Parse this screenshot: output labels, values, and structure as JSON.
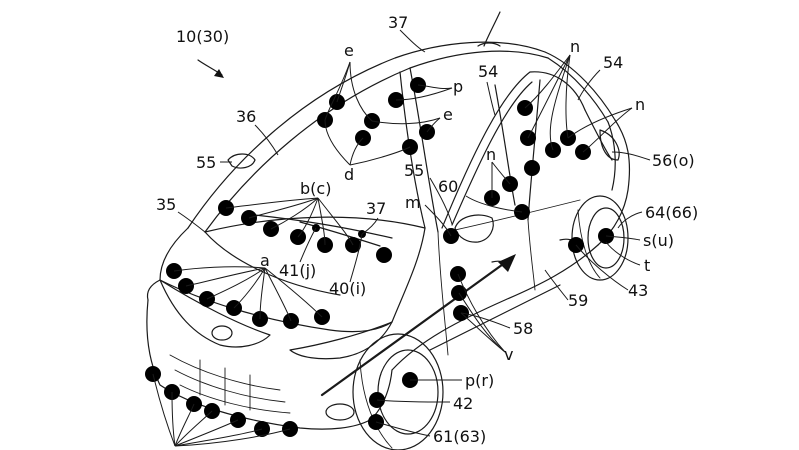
{
  "figure": {
    "labels": [
      {
        "id": "l_10_30",
        "text": "10(30)"
      },
      {
        "id": "l_37_top",
        "text": "37"
      },
      {
        "id": "l_e1",
        "text": "e"
      },
      {
        "id": "l_p1",
        "text": "p"
      },
      {
        "id": "l_e2",
        "text": "e"
      },
      {
        "id": "l_54a",
        "text": "54"
      },
      {
        "id": "l_n1",
        "text": "n"
      },
      {
        "id": "l_54b",
        "text": "54"
      },
      {
        "id": "l_n2",
        "text": "n"
      },
      {
        "id": "l_36",
        "text": "36"
      },
      {
        "id": "l_55a",
        "text": "55"
      },
      {
        "id": "l_d",
        "text": "d"
      },
      {
        "id": "l_56o",
        "text": "56(o)"
      },
      {
        "id": "l_n3",
        "text": "n"
      },
      {
        "id": "l_55b",
        "text": "55"
      },
      {
        "id": "l_60",
        "text": "60"
      },
      {
        "id": "l_bc",
        "text": "b(c)"
      },
      {
        "id": "l_35",
        "text": "35"
      },
      {
        "id": "l_37_mid",
        "text": "37"
      },
      {
        "id": "l_m",
        "text": "m"
      },
      {
        "id": "l_64_66",
        "text": "64(66)"
      },
      {
        "id": "l_su",
        "text": "s(u)"
      },
      {
        "id": "l_a",
        "text": "a"
      },
      {
        "id": "l_41j",
        "text": "41(j)"
      },
      {
        "id": "l_40i",
        "text": "40(i)"
      },
      {
        "id": "l_t",
        "text": "t"
      },
      {
        "id": "l_43",
        "text": "43"
      },
      {
        "id": "l_59",
        "text": "59"
      },
      {
        "id": "l_58",
        "text": "58"
      },
      {
        "id": "l_v",
        "text": "v"
      },
      {
        "id": "l_pr",
        "text": "p(r)"
      },
      {
        "id": "l_42",
        "text": "42"
      },
      {
        "id": "l_61_63",
        "text": "61(63)"
      }
    ]
  },
  "icons": {
    "markers": "filled-circle"
  },
  "colors": {
    "ink": "#111111",
    "background": "#ffffff"
  }
}
